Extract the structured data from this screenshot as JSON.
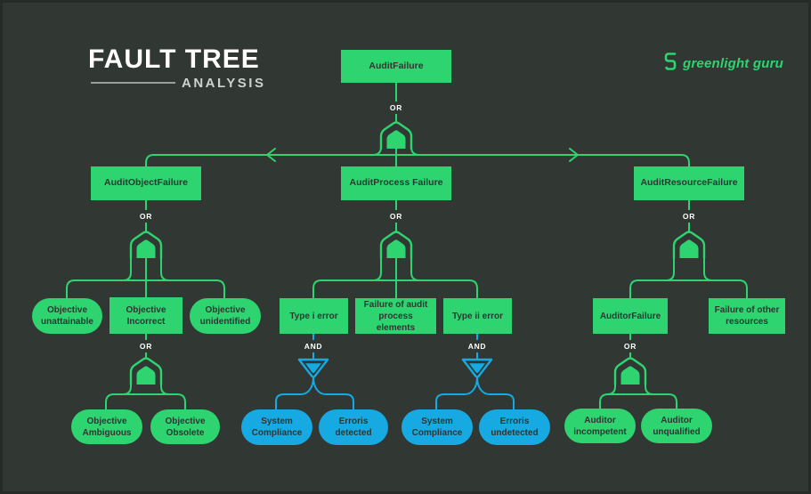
{
  "header": {
    "title_main": "FAULT TREE",
    "title_sub": "ANALYSIS"
  },
  "logo": {
    "brand": "greenlight guru"
  },
  "gate_labels": {
    "or": "OR",
    "and": "AND"
  },
  "colors": {
    "background": "#313732",
    "node_green": "#2ed470",
    "node_blue": "#17a9e1",
    "wire_green": "#2ed470",
    "wire_blue": "#17a9e1",
    "title_white": "#ffffff",
    "subtitle_gray": "#cdd1cf"
  },
  "nodes": {
    "audit_failure": "AuditFailure",
    "audit_object_failure": "AuditObjectFailure",
    "audit_process_failure": "AuditProcess Failure",
    "audit_resource_failure": "AuditResourceFailure",
    "objective_unattainable": "Objective unattainable",
    "objective_incorrect": "Objective Incorrect",
    "objective_unidentified": "Objective unidentified",
    "type_i_error": "Type i error",
    "failure_of_audit_process_elements": "Failure of audit process elements",
    "type_ii_error": "Type ii error",
    "auditor_failure": "AuditorFailure",
    "failure_of_other_resources": "Failure of other resources",
    "objective_ambiguous": "Objective Ambiguous",
    "objective_obsolete": "Objective Obsolete",
    "system_compliance_left": "System Compliance",
    "erroris_detected": "Erroris detected",
    "system_compliance_right": "System Compliance",
    "erroris_undetected": "Erroris undetected",
    "auditor_incompetent": "Auditor incompetent",
    "auditor_unqualified": "Auditor unqualified"
  }
}
